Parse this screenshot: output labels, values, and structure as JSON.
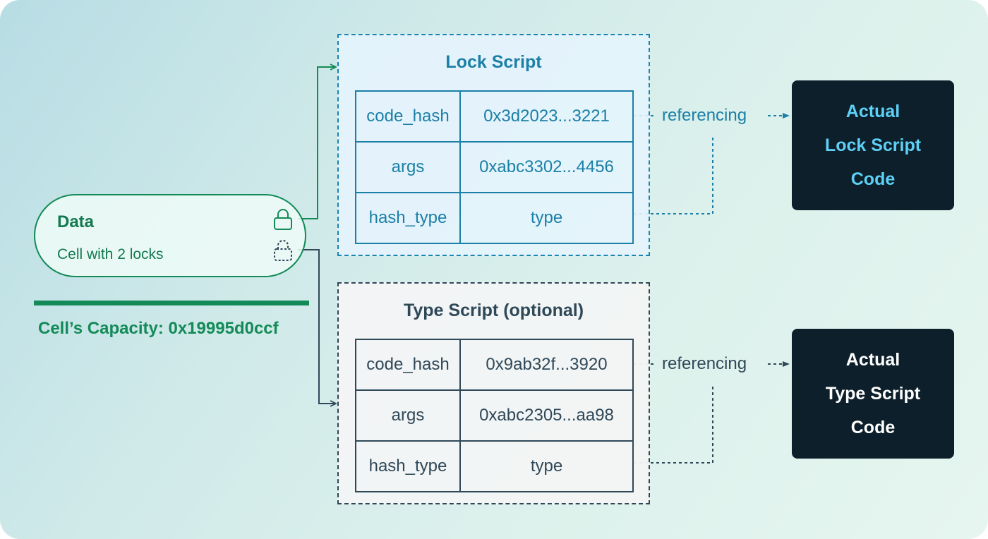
{
  "cell": {
    "title": "Data",
    "subtitle": "Cell with 2 locks",
    "capacity": "Cell’s Capacity: 0x19995d0ccf",
    "icons": [
      "lock-icon",
      "dashed-lock-icon"
    ]
  },
  "lock_script": {
    "title": "Lock Script",
    "rows": [
      {
        "field": "code_hash",
        "value": "0x3d2023...3221"
      },
      {
        "field": "args",
        "value": "0xabc3302...4456"
      },
      {
        "field": "hash_type",
        "value": "type"
      }
    ],
    "reference_label": "referencing",
    "target": [
      "Actual",
      "Lock Script",
      "Code"
    ],
    "color": "#1b7fa6"
  },
  "type_script": {
    "title": "Type Script (optional)",
    "rows": [
      {
        "field": "code_hash",
        "value": "0x9ab32f...3920"
      },
      {
        "field": "args",
        "value": "0xabc2305...aa98"
      },
      {
        "field": "hash_type",
        "value": "type"
      }
    ],
    "reference_label": "referencing",
    "target": [
      "Actual",
      "Type Script",
      "Code"
    ],
    "color": "#2f4858"
  },
  "colors": {
    "cell_green": "#138a57",
    "code_box_bg": "#0c1f2b",
    "lock_code_text": "#5ed0f5"
  }
}
